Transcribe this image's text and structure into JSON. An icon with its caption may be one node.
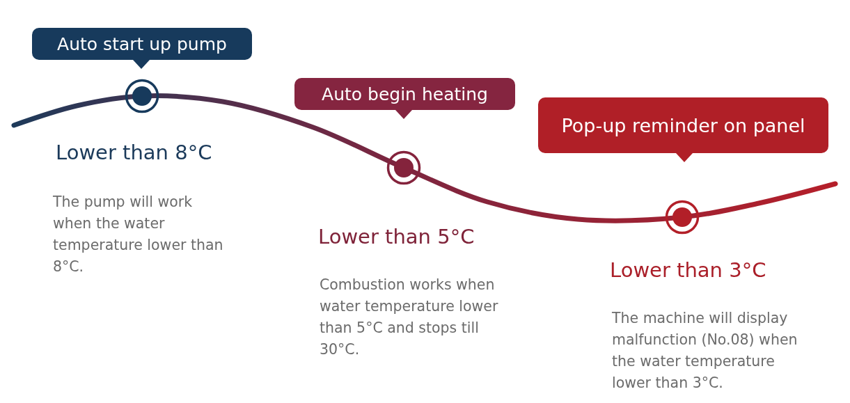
{
  "diagram": {
    "nodes": [
      {
        "text": [
          "Auto start up pump"
        ]
      },
      {
        "text": [
          "Auto begin heating"
        ]
      },
      {
        "text": [
          "Pop-up reminder on panel"
        ]
      }
    ],
    "labels": [
      "Lower than 8°C",
      "The pump will work when the water temperature lower than 8°C.",
      "Lower than 5°C",
      "Combustion works when water temperature lower than 5°C and stops till 30°C.",
      "Lower than 3°C",
      "The machine will display malfunction (No.08) when the water temperature lower than 3°C."
    ]
  }
}
